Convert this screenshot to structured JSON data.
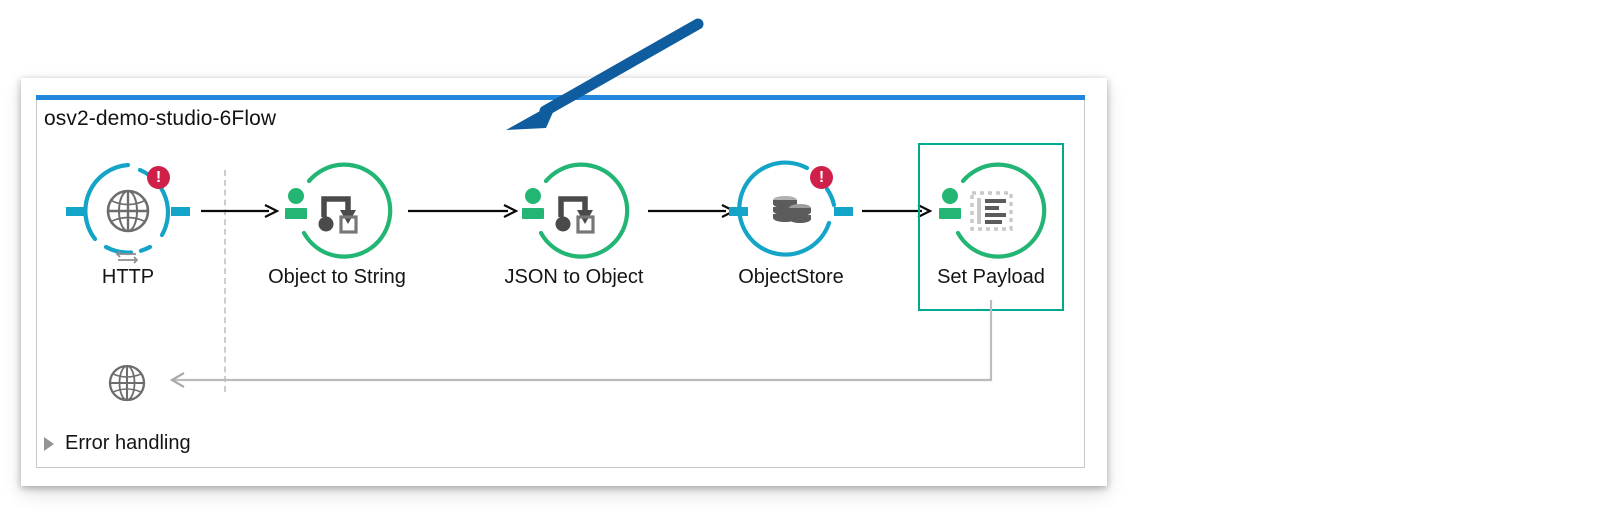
{
  "flow": {
    "title": "osv2-demo-studio-6Flow",
    "top_bar_color": "#2286dd",
    "selection_color": "#00aa90",
    "nodes": [
      {
        "id": "http",
        "label": "HTTP",
        "icon": "globe-icon",
        "ring_color": "#14a4c8",
        "kind": "source",
        "has_error_badge": true,
        "badge_glyph": "!",
        "badge_color": "#cf2049"
      },
      {
        "id": "object-to-string",
        "label": "Object to String",
        "icon": "transform-icon",
        "ring_color": "#22b573",
        "kind": "processor",
        "has_error_badge": false
      },
      {
        "id": "json-to-object",
        "label": "JSON to Object",
        "icon": "transform-icon",
        "ring_color": "#22b573",
        "kind": "processor",
        "has_error_badge": false
      },
      {
        "id": "objectstore",
        "label": "ObjectStore",
        "icon": "database-stack-icon",
        "ring_color": "#14a4c8",
        "kind": "connector",
        "has_error_badge": true,
        "badge_glyph": "!",
        "badge_color": "#cf2049"
      },
      {
        "id": "set-payload",
        "label": "Set Payload",
        "icon": "set-payload-icon",
        "ring_color": "#22b573",
        "kind": "processor",
        "has_error_badge": false,
        "selected": true
      }
    ],
    "error_handling": {
      "label": "Error handling",
      "expanded": false,
      "disclosure_icon": "triangle-right-icon",
      "response_icon": "globe-icon"
    }
  },
  "annotation": {
    "type": "arrow",
    "color": "#0f5c9e",
    "direction": "down-left"
  }
}
